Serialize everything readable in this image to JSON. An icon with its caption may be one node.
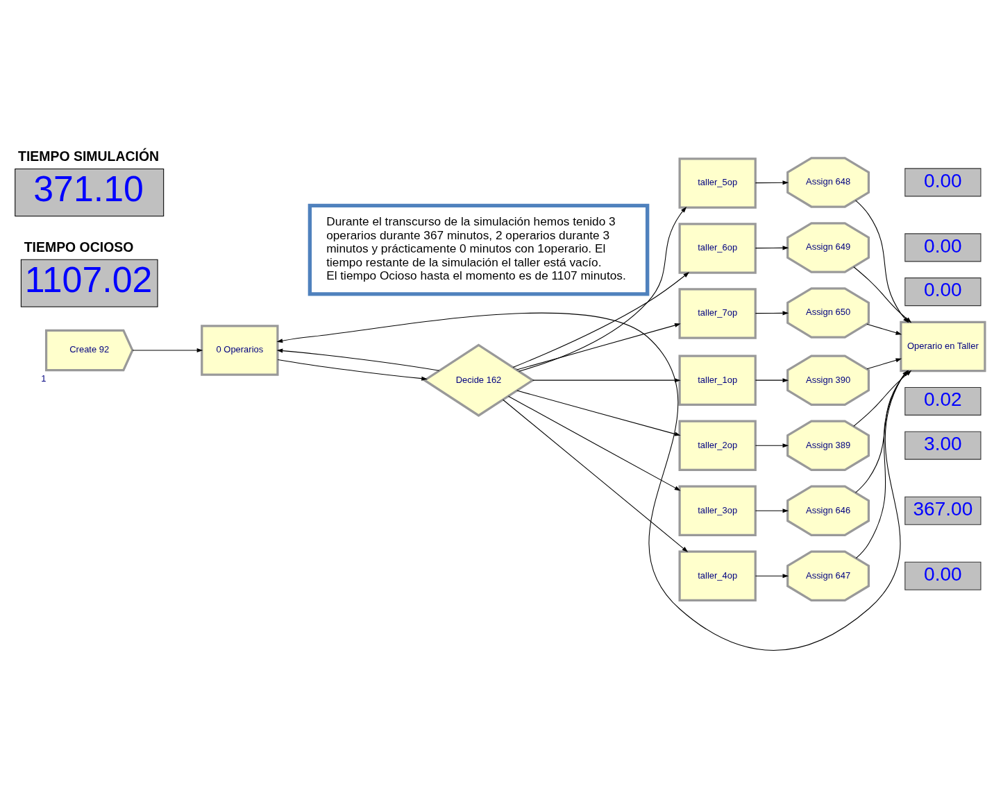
{
  "diagram": {
    "nodes": [
      {
        "text": [
          "TIEMPO SIMULACIÓN",
          "371.10"
        ]
      },
      {
        "text": [
          "TIEMPO OCIOSO",
          "1107.02"
        ]
      },
      {
        "text": [
          "Create 92"
        ],
        "beside": [
          "1"
        ]
      },
      {
        "text": [
          "0 Operarios"
        ]
      },
      {
        "text": [
          "Decide 162"
        ]
      },
      {
        "text": [
          "taller_1op"
        ]
      },
      {
        "text": [
          "taller_2op"
        ]
      },
      {
        "text": [
          "taller_3op"
        ]
      },
      {
        "text": [
          "taller_4op"
        ]
      },
      {
        "text": [
          "taller_5op"
        ]
      },
      {
        "text": [
          "taller_6op"
        ]
      },
      {
        "text": [
          "taller_7op"
        ]
      },
      {
        "text": [
          "Assign 390"
        ]
      },
      {
        "text": [
          "Assign 389"
        ]
      },
      {
        "text": [
          "Assign 646"
        ]
      },
      {
        "text": [
          "Assign 647"
        ]
      },
      {
        "text": [
          "Assign 648"
        ]
      },
      {
        "text": [
          "Assign 649"
        ]
      },
      {
        "text": [
          "Assign 650"
        ]
      },
      {
        "text": [
          "0.02"
        ]
      },
      {
        "text": [
          "3.00"
        ]
      },
      {
        "text": [
          "367.00"
        ]
      },
      {
        "text": [
          "0.00"
        ]
      },
      {
        "text": [
          "0.00"
        ]
      },
      {
        "text": [
          "0.00"
        ]
      },
      {
        "text": [
          "0.00"
        ]
      },
      {
        "text": [
          "Operario en Taller"
        ]
      },
      {
        "text": [
          "Durante el transcurso de la simulación hemos tenido 3 operarios durante 367 minutos, 2 operarios durante 3 minutos y prácticamente 0 minutos con 1operario. El tiempo restante de la simulación el taller está vacío.",
          "El tiempo Ocioso hasta el momento es de 1107 minutos."
        ]
      }
    ],
    "edges": [
      {
        "from": 2,
        "to": 3,
        "arrow": "to"
      },
      {
        "from": 3,
        "to": 4,
        "arrow": "to"
      },
      {
        "from": 4,
        "to": 5,
        "arrow": "to"
      },
      {
        "from": 4,
        "to": 6,
        "arrow": "to"
      },
      {
        "from": 4,
        "to": 7,
        "arrow": "to"
      },
      {
        "from": 4,
        "to": 8,
        "arrow": "to"
      },
      {
        "from": 4,
        "to": 9,
        "arrow": "to"
      },
      {
        "from": 4,
        "to": 10,
        "arrow": "to"
      },
      {
        "from": 4,
        "to": 11,
        "arrow": "to"
      },
      {
        "from": 5,
        "to": 12,
        "arrow": "to"
      },
      {
        "from": 6,
        "to": 13,
        "arrow": "to"
      },
      {
        "from": 7,
        "to": 14,
        "arrow": "to"
      },
      {
        "from": 8,
        "to": 15,
        "arrow": "to"
      },
      {
        "from": 9,
        "to": 16,
        "arrow": "to"
      },
      {
        "from": 10,
        "to": 17,
        "arrow": "to"
      },
      {
        "from": 11,
        "to": 18,
        "arrow": "to"
      },
      {
        "from": 12,
        "to": 26,
        "arrow": "to"
      },
      {
        "from": 13,
        "to": 26,
        "arrow": "to"
      },
      {
        "from": 14,
        "to": 26,
        "arrow": "to"
      },
      {
        "from": 15,
        "to": 26,
        "arrow": "to"
      },
      {
        "from": 16,
        "to": 26,
        "arrow": "to"
      },
      {
        "from": 17,
        "to": 26,
        "arrow": "to"
      },
      {
        "from": 18,
        "to": 26,
        "arrow": "to"
      },
      {
        "from": 26,
        "to": 3,
        "arrow": "to"
      },
      {
        "from": 4,
        "to": 3,
        "arrow": "to"
      }
    ]
  }
}
